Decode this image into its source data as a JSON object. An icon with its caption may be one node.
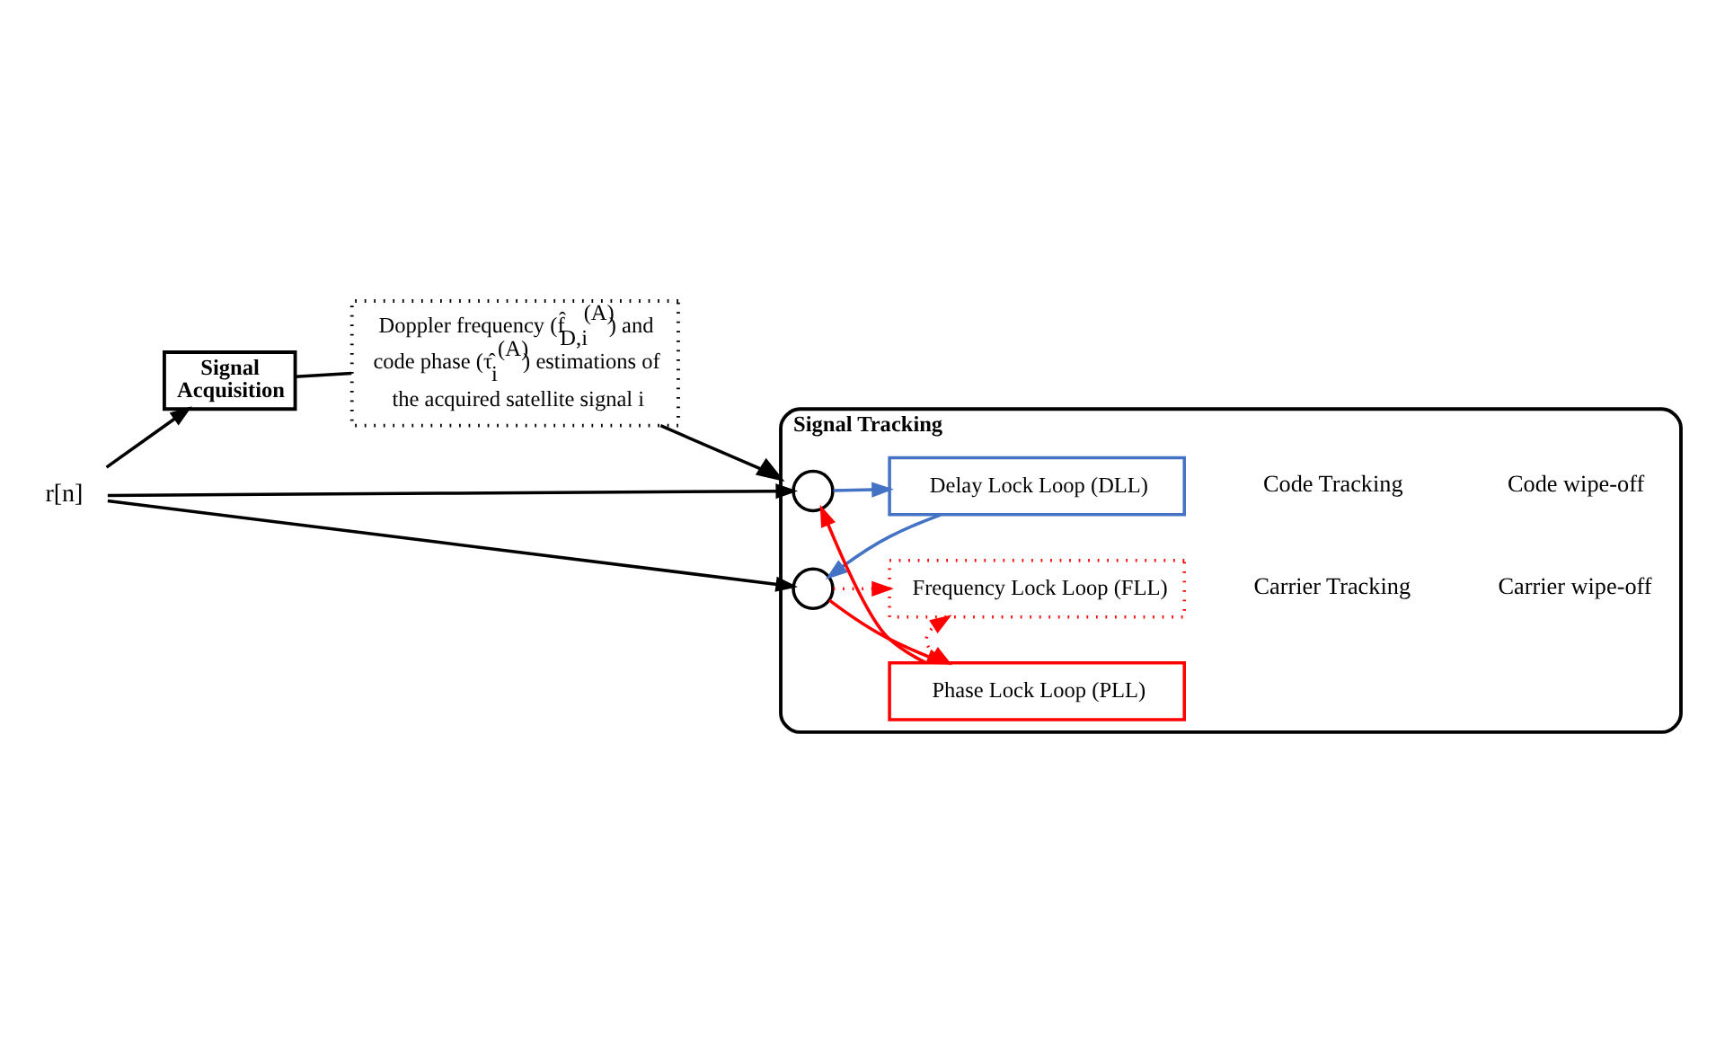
{
  "diagram": {
    "nodes": [
      {
        "text": [
          "r[n]"
        ]
      },
      {
        "text": [
          "Signal Acquisition"
        ]
      },
      {
        "text": [
          "Doppler frequency (f̂$_{D,i}$$^{(A)}$) and code phase (τ̂$_{i}$$^{(A)}$) estimations of the acquired satellite signal i"
        ]
      },
      {
        "text": [
          "Signal Tracking"
        ]
      },
      {
        "text": [],
        "shape": "circle",
        "in": 3
      },
      {
        "text": [],
        "shape": "circle",
        "in": 3
      },
      {
        "text": [
          "Delay Lock Loop (DLL)"
        ],
        "in": 3
      },
      {
        "text": [
          "Phase Lock Loop (PLL)"
        ],
        "in": 3
      },
      {
        "text": [
          "Frequency Lock Loop (FLL)"
        ],
        "in": 3
      }
    ],
    "edges": [
      {
        "from": 0,
        "to": 1,
        "arrow": "to"
      },
      {
        "from": 0,
        "to": 4,
        "arrow": "to"
      },
      {
        "from": 0,
        "to": 5,
        "arrow": "to"
      },
      {
        "from": 1,
        "to": 2,
        "arrow": "none"
      },
      {
        "from": 2,
        "to": 3,
        "arrow": "to"
      },
      {
        "from": 4,
        "to": 6,
        "arrow": "to",
        "color": "#4472c4"
      },
      {
        "from": 6,
        "to": 5,
        "arrow": "to",
        "color": "#4472c4"
      },
      {
        "from": 7,
        "to": 4,
        "arrow": "to",
        "color": "#ff0000"
      },
      {
        "from": 5,
        "to": 7,
        "arrow": "to",
        "color": "#ff0000"
      },
      {
        "from": 5,
        "to": 8,
        "arrow": "to",
        "color": "#ff0000",
        "style": "dashed"
      },
      {
        "from": 7,
        "to": 8,
        "arrow": "both",
        "color": "#ff0000",
        "style": "dashed"
      }
    ],
    "labels": [
      "Code Tracking",
      "Code wipe-off",
      "Carrier Tracking",
      "Carrier wipe-off"
    ]
  }
}
